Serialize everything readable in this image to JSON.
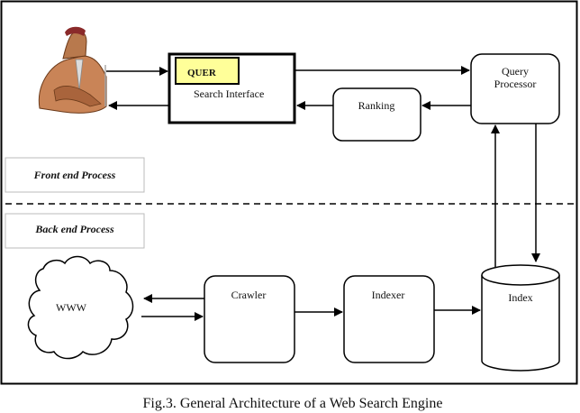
{
  "figure": {
    "caption": "Fig.3. General Architecture of a Web Search Engine"
  },
  "nodes": {
    "user": {
      "icon": "user-icon"
    },
    "search_interface": {
      "label": "Search Interface",
      "query_tag": "QUER"
    },
    "ranking": {
      "label": "Ranking"
    },
    "query_processor": {
      "label_line1": "Query",
      "label_line2": "Processor"
    },
    "www": {
      "label": "WWW"
    },
    "crawler": {
      "label": "Crawler"
    },
    "indexer": {
      "label": "Indexer"
    },
    "index": {
      "label": "Index"
    }
  },
  "sections": {
    "front_end": "Front end Process",
    "back_end": "Back end Process"
  },
  "colors": {
    "query_tag_fill": "#ffff99",
    "section_box_border": "#bbbbbb",
    "stroke": "#000000"
  }
}
